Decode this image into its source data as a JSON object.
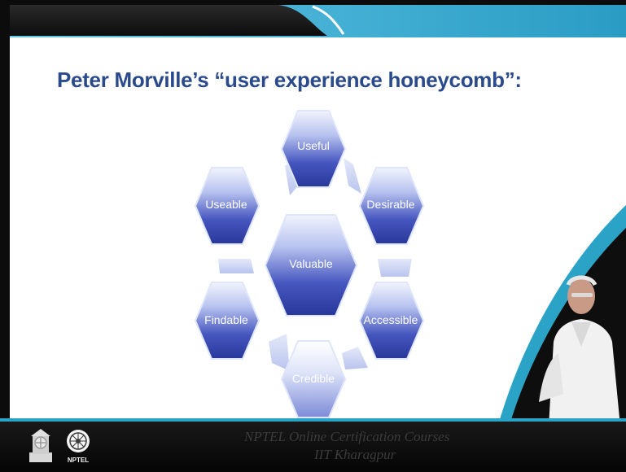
{
  "slide": {
    "title": "Peter Morville’s “user experience honeycomb”:",
    "hexagons": {
      "useful": "Useful",
      "useable": "Useable",
      "desirable": "Desirable",
      "valuable": "Valuable",
      "findable": "Findable",
      "accessible": "Accessible",
      "credible": "Credible"
    }
  },
  "footer": {
    "line1": "NPTEL Online Certification Courses",
    "line2": "IIT Kharagpur",
    "logo_caption": "NPTEL"
  },
  "colors": {
    "title": "#2a4a8c",
    "hex_dark": "#2f3fa8",
    "hex_light": "#c9d2f2",
    "accent_band": "#2ba3c7"
  }
}
